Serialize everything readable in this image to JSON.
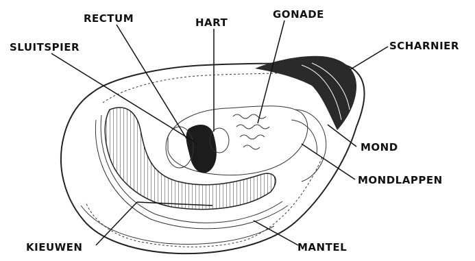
{
  "labels": {
    "rectum": "RECTUM",
    "hart": "HART",
    "gonade": "GONADE",
    "sluitspier": "SLUITSPIER",
    "scharnier": "SCHARNIER",
    "mond": "MOND",
    "mondlappen": "MONDLAPPEN",
    "kieuwen": "KIEUWEN",
    "mantel": "MANTEL"
  }
}
